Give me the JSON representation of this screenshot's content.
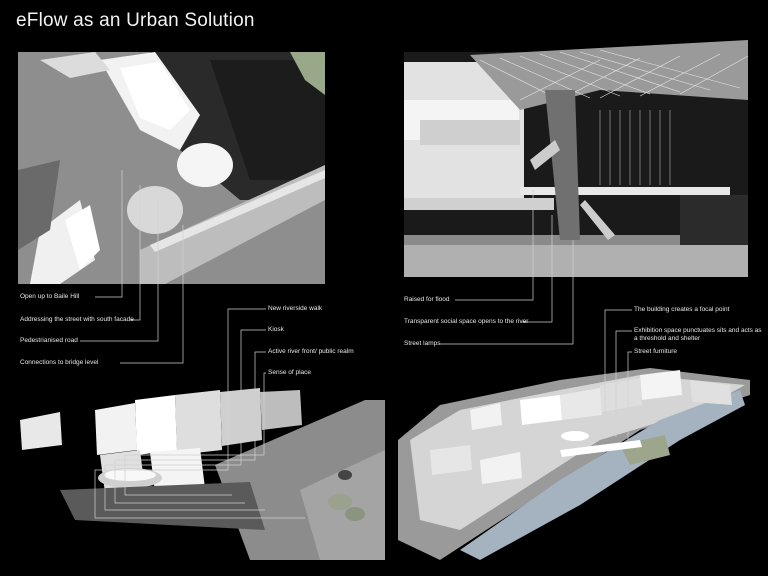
{
  "title": "eFlow as an Urban Solution",
  "panels": {
    "left": {
      "annotations": [
        "Open up to Baile Hill",
        "Addressing the street with south facade",
        "Pedestrianised road",
        "Connections to bridge level",
        "New riverside walk",
        "Kiosk",
        "Active river front/ public realm",
        "Sense of place"
      ]
    },
    "right": {
      "annotations": [
        "Raised for flood",
        "Transparent social space opens to the river",
        "Street lamps",
        "The building creates a focal point",
        "Exhibition space punctuates sits and acts as a threshold and shelter",
        "Street furniture"
      ]
    }
  },
  "colors": {
    "background": "#000000",
    "render_dark": "#1e1e1e",
    "render_mid": "#8a8a8a",
    "render_light": "#f0f0f0",
    "river": "#a4b3bf",
    "leader_line": "#d0d0d0"
  }
}
